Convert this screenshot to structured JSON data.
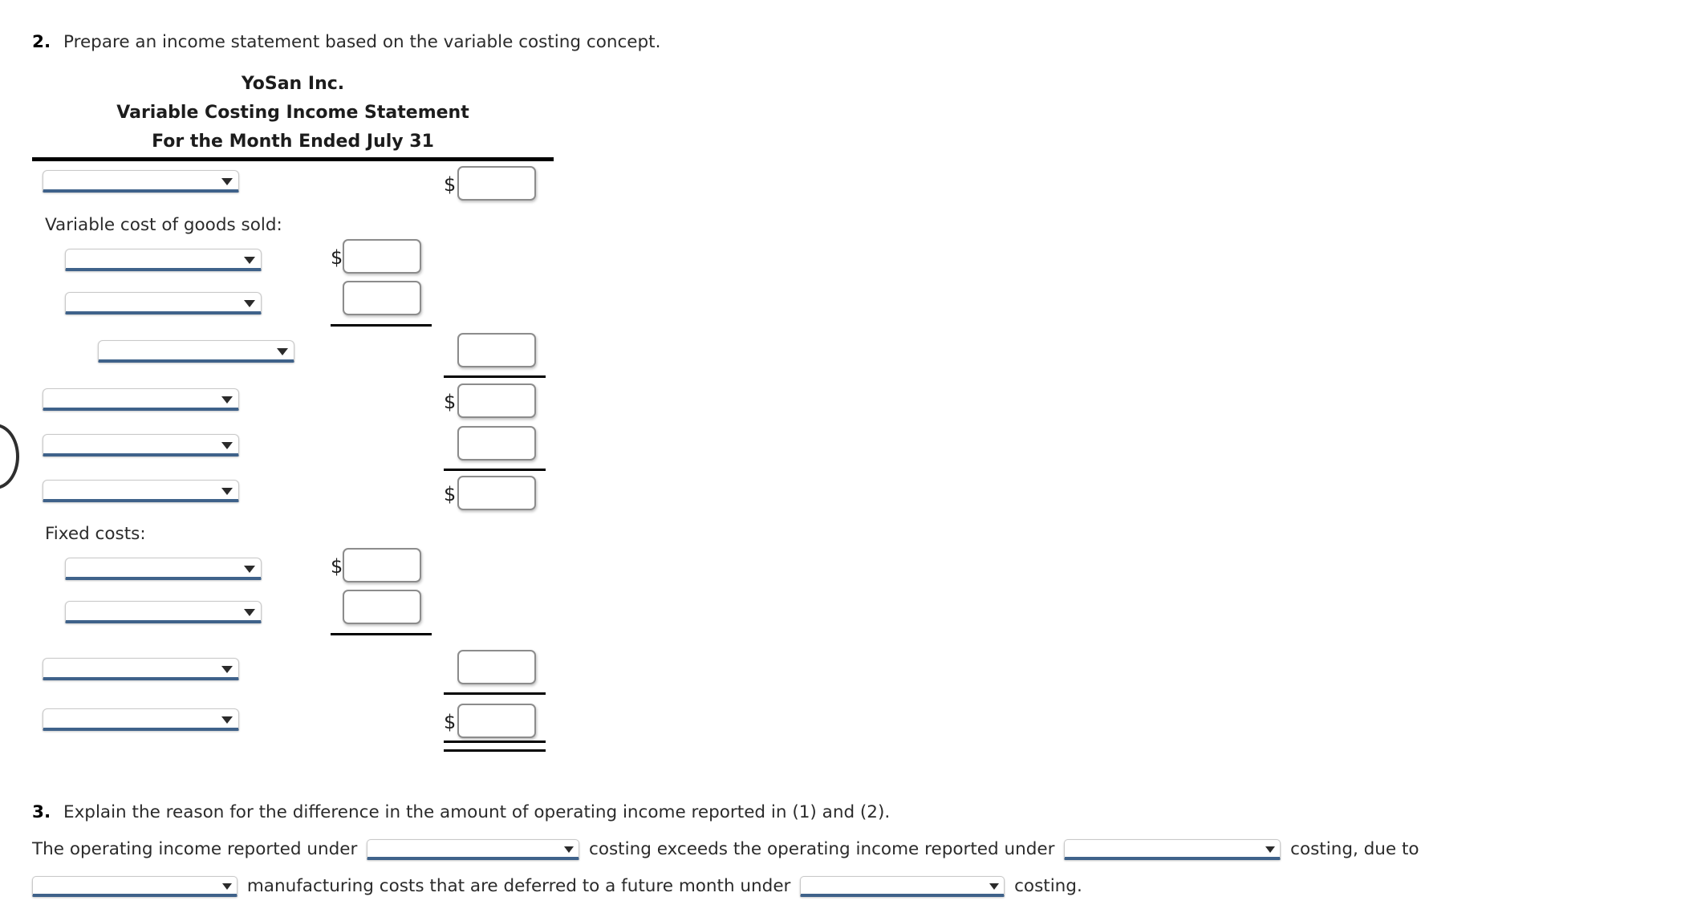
{
  "questions": {
    "q2": {
      "number": "2.",
      "text": "Prepare an income statement based on the variable costing concept."
    },
    "q3": {
      "number": "3.",
      "text": "Explain the reason for the difference in the amount of operating income reported in (1) and (2)."
    }
  },
  "statement": {
    "company": "YoSan Inc.",
    "title": "Variable Costing Income Statement",
    "period": "For the Month Ended July 31"
  },
  "labels": {
    "variable_cogs": "Variable cost of goods sold:",
    "fixed_costs": "Fixed costs:",
    "currency": "$"
  },
  "rows": [
    {
      "id": "row-sales",
      "indent": 0,
      "select_value": "",
      "amount_col": "right",
      "amount_value": "",
      "dollar": true
    },
    {
      "id": "row-vcogs-1",
      "indent": 1,
      "select_value": "",
      "amount_col": "middle",
      "amount_value": "",
      "dollar": true
    },
    {
      "id": "row-vcogs-2",
      "indent": 1,
      "select_value": "",
      "amount_col": "middle",
      "amount_value": "",
      "dollar": false
    },
    {
      "id": "row-vcogs-total",
      "indent": 2,
      "select_value": "",
      "amount_col": "right",
      "amount_value": "",
      "dollar": false
    },
    {
      "id": "row-manufacturing-mgn",
      "indent": 0,
      "select_value": "",
      "amount_col": "right",
      "amount_value": "",
      "dollar": true
    },
    {
      "id": "row-variable-sga",
      "indent": 0,
      "select_value": "",
      "amount_col": "right",
      "amount_value": "",
      "dollar": false
    },
    {
      "id": "row-contribution-mgn",
      "indent": 0,
      "select_value": "",
      "amount_col": "right",
      "amount_value": "",
      "dollar": true
    },
    {
      "id": "row-fixed-1",
      "indent": 1,
      "select_value": "",
      "amount_col": "middle",
      "amount_value": "",
      "dollar": true
    },
    {
      "id": "row-fixed-2",
      "indent": 1,
      "select_value": "",
      "amount_col": "middle",
      "amount_value": "",
      "dollar": false
    },
    {
      "id": "row-fixed-total",
      "indent": 0,
      "select_value": "",
      "amount_col": "right",
      "amount_value": "",
      "dollar": false
    },
    {
      "id": "row-operating-income",
      "indent": 0,
      "select_value": "",
      "amount_col": "right",
      "amount_value": "",
      "dollar": true
    }
  ],
  "explanation": {
    "seg1": "The operating income reported under",
    "select1_value": "",
    "seg2": "costing exceeds the operating income reported under",
    "select2_value": "",
    "seg3": "costing, due to",
    "select3_value": "",
    "seg4": "manufacturing costs that are deferred to a future month under",
    "select4_value": "",
    "seg5": "costing."
  },
  "colors": {
    "select_underline": "#3f628a",
    "input_border": "#8c8c8c",
    "rule": "#000000",
    "text": "#2b2b2b"
  }
}
